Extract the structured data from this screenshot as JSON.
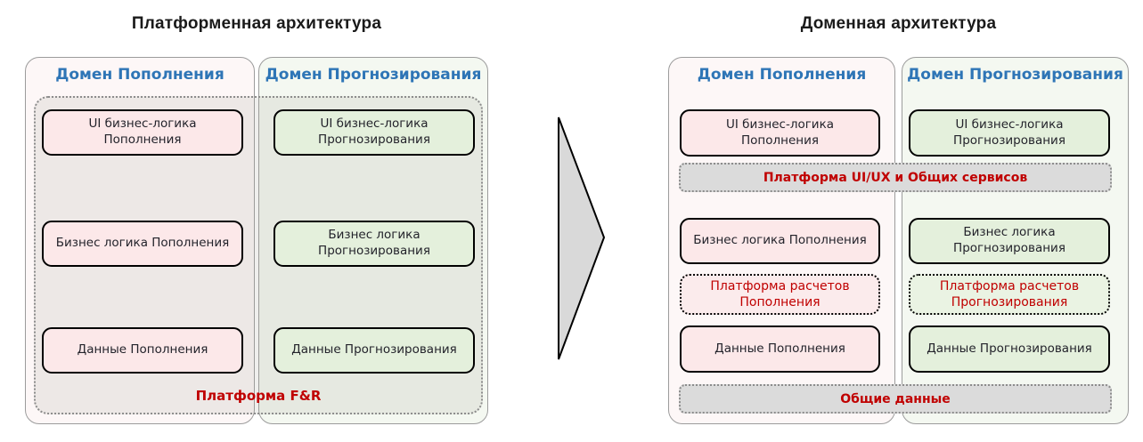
{
  "colors": {
    "accent_blue": "#2E75B6",
    "accent_red": "#C00000",
    "pink_fill": "#FCE8E9",
    "green_fill": "#E4F0DC",
    "band_fill": "#DBDBDB",
    "arrow_fill": "#D9D9D9"
  },
  "left_group": {
    "title": "Платформенная архитектура",
    "platform_label": "Платформа F&R",
    "domains": [
      {
        "header": "Домен Пополнения",
        "boxes": [
          "UI бизнес-логика\nПополнения",
          "Бизнес логика Пополнения",
          "Данные Пополнения"
        ]
      },
      {
        "header": "Домен Прогнозирования",
        "boxes": [
          "UI бизнес-логика\nПрогнозирования",
          "Бизнес логика\nПрогнозирования",
          "Данные Прогнозирования"
        ]
      }
    ]
  },
  "right_group": {
    "title": "Доменная архитектура",
    "bands": [
      "Платформа UI/UX и Общих сервисов",
      "Общие данные"
    ],
    "domains": [
      {
        "header": "Домен Пополнения",
        "boxes": [
          "UI бизнес-логика\nПополнения",
          "Бизнес логика Пополнения",
          "Платформа расчетов\nПополнения",
          "Данные Пополнения"
        ]
      },
      {
        "header": "Домен Прогнозирования",
        "boxes": [
          "UI бизнес-логика\nПрогнозирования",
          "Бизнес логика\nПрогнозирования",
          "Платформа расчетов\nПрогнозирования",
          "Данные Прогнозирования"
        ]
      }
    ]
  }
}
